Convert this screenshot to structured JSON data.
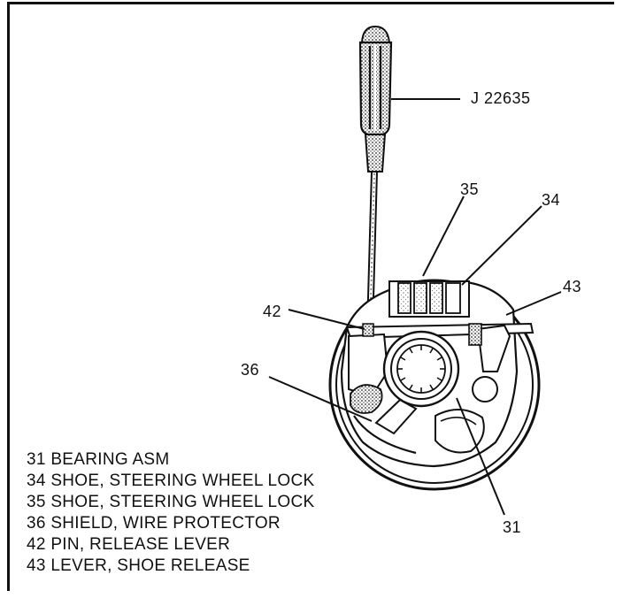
{
  "tool_label": "J 22635",
  "callouts": {
    "c35": "35",
    "c34": "34",
    "c43": "43",
    "c42": "42",
    "c36": "36",
    "c31": "31"
  },
  "legend": [
    {
      "number": "31",
      "text": "BEARING ASM"
    },
    {
      "number": "34",
      "text": "SHOE, STEERING WHEEL LOCK"
    },
    {
      "number": "35",
      "text": "SHOE, STEERING WHEEL LOCK"
    },
    {
      "number": "36",
      "text": "SHIELD, WIRE PROTECTOR"
    },
    {
      "number": "42",
      "text": "PIN, RELEASE LEVER"
    },
    {
      "number": "43",
      "text": "LEVER, SHOE RELEASE"
    }
  ],
  "legend_lines": [
    "31 BEARING ASM",
    "34 SHOE, STEERING WHEEL LOCK",
    "35 SHOE, STEERING WHEEL LOCK",
    "36 SHIELD, WIRE PROTECTOR",
    "42 PIN, RELEASE LEVER",
    "43 LEVER, SHOE RELEASE"
  ]
}
